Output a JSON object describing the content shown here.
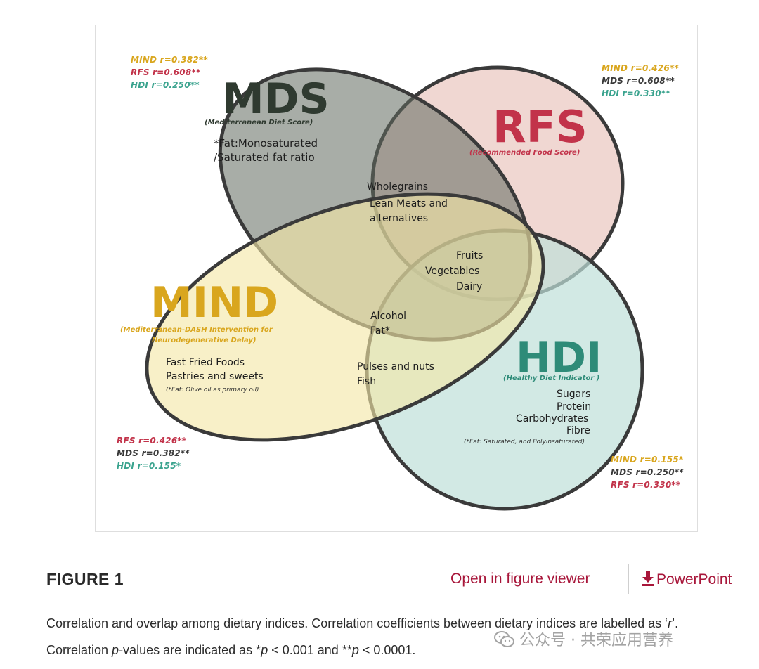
{
  "figure": {
    "title": "FIGURE 1",
    "open_viewer_label": "Open in figure viewer",
    "powerpoint_label": "PowerPoint",
    "caption": {
      "part1": "Correlation and overlap among dietary indices. Correlation coefficients between dietary indices are labelled as ‘",
      "r": "r",
      "part2": "’. Correlation ",
      "p": "p",
      "part3": "-values are indicated as *",
      "p2": "p",
      "part4": " < 0.001 and **",
      "p3": "p",
      "part5": " < 0.0001."
    }
  },
  "venn": {
    "mds": {
      "name": "MDS",
      "full": "(Mediterranean Diet Score)",
      "note1": "*Fat:Monosaturated",
      "note2": "/Saturated fat ratio",
      "color": "#2f3a30",
      "corr": [
        "MIND r=0.382**",
        "RFS r=0.608**",
        "HDI r=0.250**"
      ]
    },
    "rfs": {
      "name": "RFS",
      "full": "(Recommended Food Score)",
      "color": "#c2334a",
      "corr": [
        "MIND r=0.426**",
        "MDS r=0.608**",
        "HDI r=0.330**"
      ]
    },
    "mind": {
      "name": "MIND",
      "full1": "(Mediterranean-DASH Intervention for",
      "full2": "Neurodegenerative Delay)",
      "item1": "Fast Fried Foods",
      "item2": "Pastries and sweets",
      "note": "(*Fat: Olive oil as primary oil)",
      "color": "#d9a61e",
      "corr": [
        "RFS r=0.426**",
        "MDS r=0.382**",
        "HDI r=0.155*"
      ]
    },
    "hdi": {
      "name": "HDI",
      "full": "(Healthy Diet Indicator )",
      "item1": "Sugars",
      "item2": "Protein",
      "item3": "Carbohydrates",
      "item4": "Fibre",
      "note": "(*Fat: Saturated, and Polyinsaturated)",
      "color": "#2e8b78",
      "corr": [
        "MIND r=0.155*",
        "MDS r=0.250**",
        "RFS r=0.330**"
      ]
    },
    "overlap": {
      "wholegrains": "Wholegrains",
      "lean1": "Lean Meats and",
      "lean2": "alternatives",
      "fruits": "Fruits",
      "vegetables": "Vegetables",
      "dairy": "Dairy",
      "alcohol": "Alcohol",
      "fat": "Fat*",
      "pulses": "Pulses and nuts",
      "fish": "Fish"
    }
  },
  "watermark": "公众号 · 共荣应用营养"
}
